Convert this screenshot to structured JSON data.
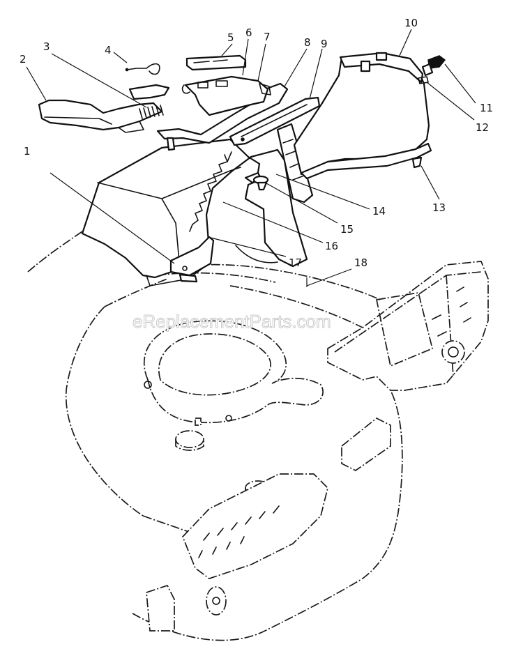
{
  "watermark": "eReplacementParts.com",
  "callouts": [
    "1",
    "2",
    "3",
    "4",
    "5",
    "6",
    "7",
    "8",
    "9",
    "10",
    "11",
    "12",
    "13",
    "14",
    "15",
    "16",
    "17",
    "18"
  ],
  "colors": {
    "line": "#111111",
    "background": "#ffffff",
    "watermark_outline": "#c9c9c9"
  }
}
